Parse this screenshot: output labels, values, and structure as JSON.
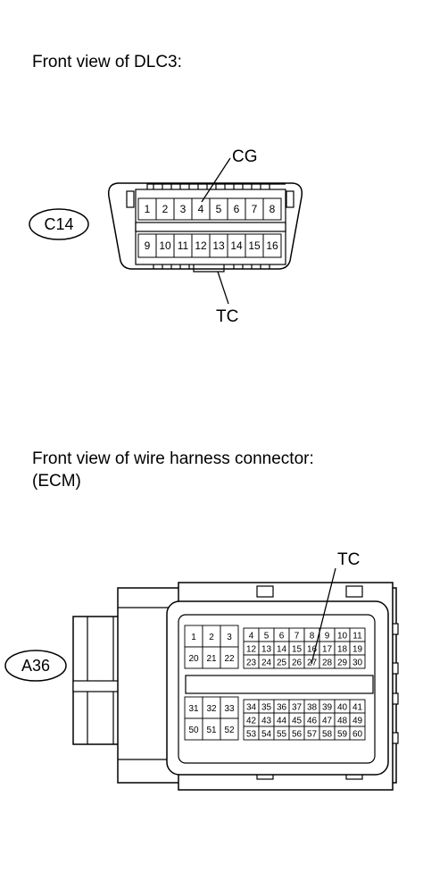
{
  "dlc3": {
    "caption": "Front view of DLC3:",
    "connector_id": "C14",
    "callout_top": "CG",
    "callout_bottom": "TC",
    "top_row": [
      "1",
      "2",
      "3",
      "4",
      "5",
      "6",
      "7",
      "8"
    ],
    "bottom_row": [
      "9",
      "10",
      "11",
      "12",
      "13",
      "14",
      "15",
      "16"
    ]
  },
  "ecm": {
    "caption_line1": "Front view of wire harness connector:",
    "caption_line2": "(ECM)",
    "connector_id": "A36",
    "callout": "TC",
    "left_upper_rows": [
      [
        "1",
        "2",
        "3"
      ],
      [
        "20",
        "21",
        "22"
      ]
    ],
    "left_lower_rows": [
      [
        "31",
        "32",
        "33"
      ],
      [
        "50",
        "51",
        "52"
      ]
    ],
    "right_upper_rows": [
      [
        "4",
        "5",
        "6",
        "7",
        "8",
        "9",
        "10",
        "11"
      ],
      [
        "12",
        "13",
        "14",
        "15",
        "16",
        "17",
        "18",
        "19"
      ],
      [
        "23",
        "24",
        "25",
        "26",
        "27",
        "28",
        "29",
        "30"
      ]
    ],
    "right_lower_rows": [
      [
        "34",
        "35",
        "36",
        "37",
        "38",
        "39",
        "40",
        "41"
      ],
      [
        "42",
        "43",
        "44",
        "45",
        "46",
        "47",
        "48",
        "49"
      ],
      [
        "53",
        "54",
        "55",
        "56",
        "57",
        "58",
        "59",
        "60"
      ]
    ]
  }
}
